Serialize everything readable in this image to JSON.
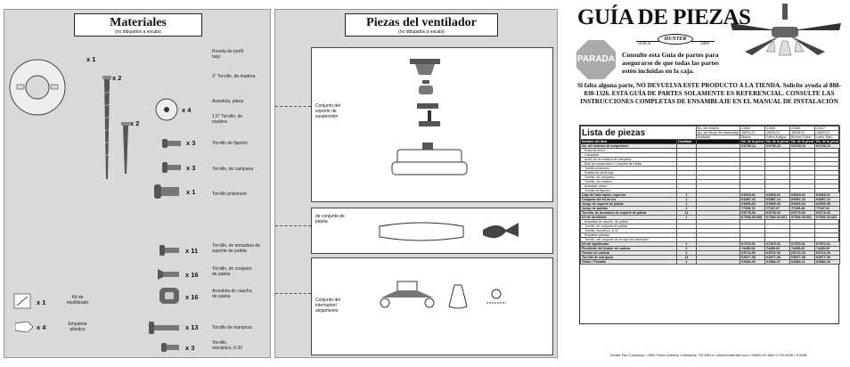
{
  "materiales": {
    "title": "Materiales",
    "subtitle": "(no dibujados a escala)",
    "items": [
      {
        "qty": "x 1",
        "label": "Roseta de perfil bajo"
      },
      {
        "qty": "x 2",
        "label": "3\" Tornillo, de madera"
      },
      {
        "qty": "x 4",
        "label": "Arandela, plana"
      },
      {
        "qty": "x 2",
        "label": "1.5\" Tornillo, de madera"
      },
      {
        "qty": "x 3",
        "label": "Tornillo de fijación"
      },
      {
        "qty": "x 3",
        "label": "Tornillo, de campana"
      },
      {
        "qty": "x 1",
        "label": "Tornillo prisionero"
      },
      {
        "qty": "x 11",
        "label": "Tornillo, de armadura de soporte de paleta"
      },
      {
        "qty": "x 16",
        "label": "Tornillo, de conjunto de paleta"
      },
      {
        "qty": "x 16",
        "label": "Arandela de caucho, de paleta"
      },
      {
        "qty": "x 1",
        "label": "Kit de equilibrado"
      },
      {
        "qty": "x 4",
        "label": "Empalme plástico"
      },
      {
        "qty": "x 13",
        "label": "Tornillo de mariposa"
      },
      {
        "qty": "x 3",
        "label": "Tornillo, mecánico, 6-32"
      }
    ]
  },
  "piezas": {
    "title": "Piezas del ventilador",
    "subtitle": "(no dibujados a escala)",
    "groups": [
      "Conjunto del soporte de suspensión",
      "de conjunto de paleta",
      "Conjunto del interruptor/ alojamiento"
    ]
  },
  "guia": {
    "title": "GUÍA DE PIEZAS",
    "since": "SINCE",
    "brand": "HUNTER",
    "year": "1886",
    "stop": "PARADA",
    "intro": "Consulte esta Guía de partes para asegurarse de que todas las partes estén incluidas en la caja.",
    "warning": "Si falta alguna parte, NO DEVUELVA ESTE PRODUCTO A LA TIENDA. Solicite ayuda al 888-830-1326. ESTA GUÍA DE PARTES SOLAMENTE ES REFERENCIAL. CONSULTE LAS INSTRUCCIONES COMPLETAS DE ENSAMBLAJE EN EL MANUAL DE INSTALACIÓN"
  },
  "table": {
    "title": "Lista de piezas",
    "model_label": "No. del modelo",
    "drawing_label": "No. del dibujo de ensamblaje",
    "finish_label": "Acabado",
    "models": [
      "21583",
      "21584",
      "21585",
      "21627"
    ],
    "drawings": [
      "16529-01",
      "16526-01",
      "16528-01",
      "16529-01"
    ],
    "finishes": [
      "Blanco",
      "Peltre Antiguo",
      "Bronce Pulido",
      "Latón Satín"
    ],
    "col_item": "Nombre del ítem",
    "col_qty": "Cantidad",
    "col_part": "No. de la pieza",
    "rows": [
      {
        "name": "No. del sistema de suspensión",
        "qty": "",
        "p": [
          "K6739-13",
          "K6739-13",
          "K6739-13",
          "K6739-13"
        ],
        "bold": true
      },
      {
        "name": "Rosa de techo",
        "qty": "",
        "p": [
          "",
          "",
          "",
          ""
        ]
      },
      {
        "name": "Campana",
        "qty": "",
        "p": [
          "",
          "",
          "",
          ""
        ]
      },
      {
        "name": "Anillo de la moldura de campana",
        "qty": "",
        "p": [
          "",
          "",
          "",
          ""
        ]
      },
      {
        "name": "Bola de suspensión / Conjunto de varilla",
        "qty": "",
        "p": [
          "",
          "",
          "",
          ""
        ]
      },
      {
        "name": "Tornillo prisionero",
        "qty": "",
        "p": [
          "",
          "",
          "",
          ""
        ]
      },
      {
        "name": "Roseta de perfil bajo",
        "qty": "",
        "p": [
          "",
          "",
          "",
          ""
        ]
      },
      {
        "name": "Tornillo, de campana",
        "qty": "",
        "p": [
          "",
          "",
          "",
          ""
        ]
      },
      {
        "name": "Tornillo, de madera",
        "qty": "",
        "p": [
          "",
          "",
          "",
          ""
        ]
      },
      {
        "name": "Arandela, plana",
        "qty": "",
        "p": [
          "",
          "",
          "",
          ""
        ]
      },
      {
        "name": "Tornillo de fijación",
        "qty": "",
        "p": [
          "",
          "",
          "",
          ""
        ]
      },
      {
        "name": "Caja del interruptor, superior",
        "qty": "1",
        "p": [
          "K6918-01",
          "K6918-01",
          "K6918-01",
          "K6918-01"
        ],
        "bold": true
      },
      {
        "name": "Conjunto del kit de luz",
        "qty": "1",
        "p": [
          "K6897-03",
          "K6897-14",
          "K6897-13",
          "K6897-13"
        ],
        "bold": true
      },
      {
        "name": "Juego de soporte de paleta",
        "qty": "1",
        "p": [
          "K6900-03",
          "K6900-05",
          "K6900-03",
          "K6900-05"
        ],
        "bold": true
      },
      {
        "name": "Juego de paletas",
        "qty": "1",
        "p": [
          "77208-78",
          "77137-07",
          "77209-48",
          "77137-02"
        ],
        "bold": true
      },
      {
        "name": "Tornillo, de armadura de soporte de paleta",
        "qty": "11",
        "p": [
          "K5778-00",
          "K5778-00",
          "K5778-00",
          "K5778-00"
        ],
        "bold": true
      },
      {
        "name": "Kit de tornillería",
        "qty": "1",
        "p": [
          "K7546-00-068",
          "K7546-00-061",
          "K7546-00-062",
          "K7546-00-063"
        ],
        "bold": true
      },
      {
        "name": "Arandela de caucho, de paleta",
        "qty": "",
        "p": [
          "",
          "",
          "",
          ""
        ]
      },
      {
        "name": "Tornillo, de conjunto de paleta",
        "qty": "",
        "p": [
          "",
          "",
          "",
          ""
        ]
      },
      {
        "name": "Tornillo, mecánico, 6-32",
        "qty": "",
        "p": [
          "",
          "",
          "",
          ""
        ]
      },
      {
        "name": "Empalme plástico",
        "qty": "",
        "p": [
          "",
          "",
          "",
          ""
        ]
      },
      {
        "name": "Tornillo, del conjunto de la caja del interruptor",
        "qty": "",
        "p": [
          "",
          "",
          "",
          ""
        ]
      },
      {
        "name": "Kit de equilibrado",
        "qty": "1",
        "p": [
          "K7970-01",
          "K7970-01",
          "K7970-01",
          "K7970-01"
        ],
        "bold": true
      },
      {
        "name": "Pendiente del tirador de cadena",
        "qty": "2",
        "p": [
          "74285-08",
          "74285-00",
          "74285-06",
          "74285-00"
        ],
        "bold": true
      },
      {
        "name": "Tirador de cadena",
        "qty": "2",
        "p": [
          "K5716-00",
          "K5716-00",
          "K5716-00",
          "K5716-00"
        ],
        "bold": true
      },
      {
        "name": "Tornillo de mariposa",
        "qty": "13",
        "p": [
          "K5077-08",
          "K5077-08",
          "K5077-08",
          "K5077-00"
        ],
        "bold": true
      },
      {
        "name": "Globo / Pantalla",
        "qty": "4",
        "p": [
          "K6884-03",
          "K6884-07",
          "K6884-11",
          "K6884-09"
        ],
        "bold": true
      }
    ]
  },
  "footer": "Hunter Fan Company  •  2500 Frisco Avenue  •  Memphis, TN 38114  •  www.hunterfan.com  •  94000-01-686 07-09-2008  •  ©2008"
}
